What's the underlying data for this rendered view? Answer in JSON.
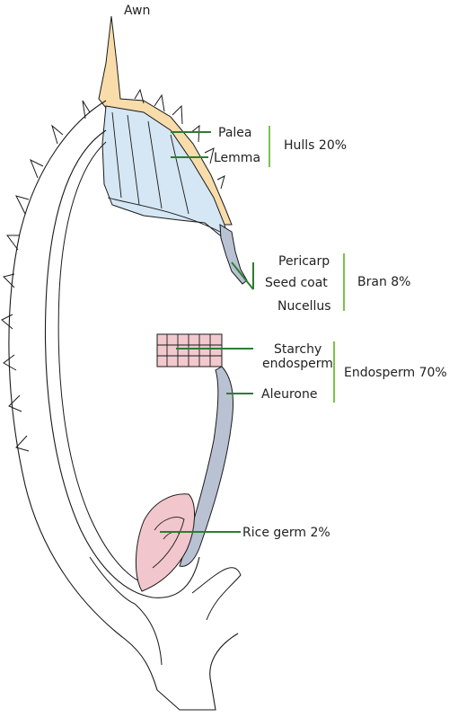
{
  "labels": {
    "awn": "Awn",
    "palea": "Palea",
    "lemma": "Lemma",
    "hulls": "Hulls 20%",
    "pericarp": "Pericarp",
    "seed_coat": "Seed coat",
    "nucellus": "Nucellus",
    "bran": "Bran 8%",
    "starchy_endosperm_line1": "Starchy",
    "starchy_endosperm_line2": "endosperm",
    "endosperm": "Endosperm 70%",
    "aleurone": "Aleurone",
    "rice_germ": "Rice germ 2%"
  },
  "colors": {
    "hull_fill": "#f8dcaa",
    "palea_lemma_fill": "#d5e6f4",
    "bran_fill": "#b9c2d3",
    "endosperm_fill": "#f2c9cf",
    "germ_fill": "#f1c6cc",
    "leader_line": "#2e7d32",
    "bracket": "#7cc24a",
    "outline": "#1a1a1a"
  }
}
